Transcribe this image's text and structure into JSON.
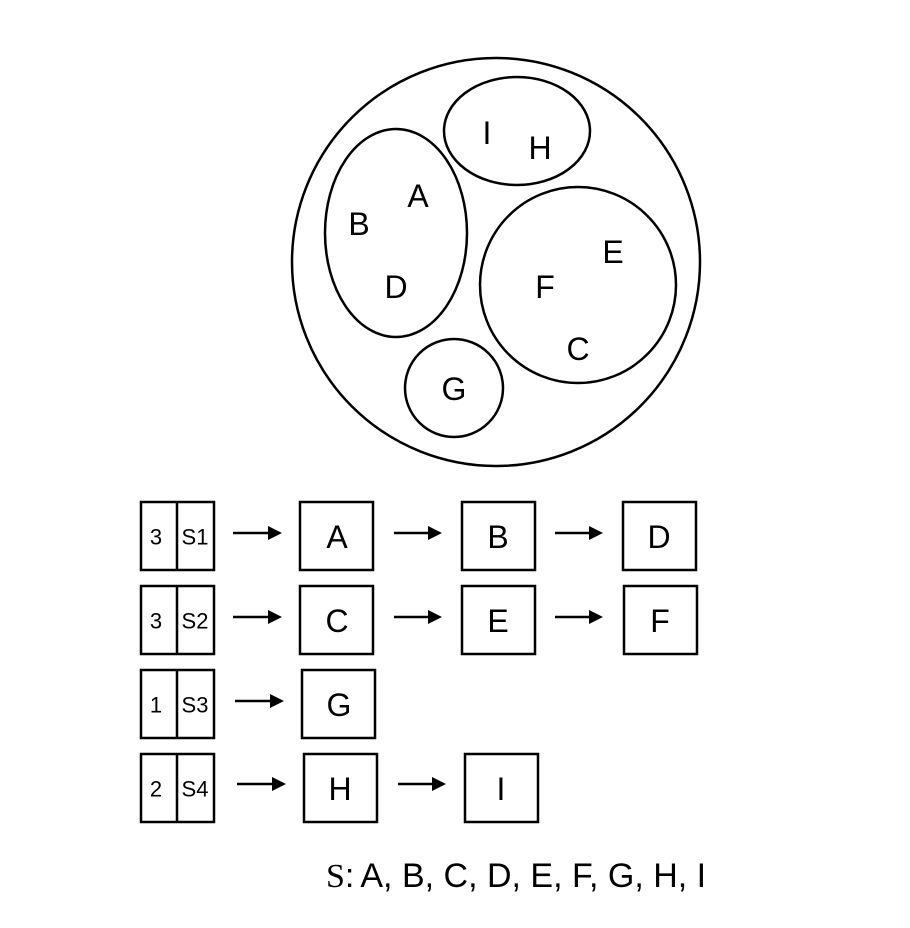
{
  "venn": {
    "groups": [
      {
        "id": "ABD",
        "letters": [
          "A",
          "B",
          "D"
        ]
      },
      {
        "id": "HI",
        "letters": [
          "I",
          "H"
        ]
      },
      {
        "id": "CEF",
        "letters": [
          "E",
          "F",
          "C"
        ]
      },
      {
        "id": "G",
        "letters": [
          "G"
        ]
      }
    ]
  },
  "lists": [
    {
      "count": "3",
      "name": "S1",
      "nodes": [
        "A",
        "B",
        "D"
      ]
    },
    {
      "count": "3",
      "name": "S2",
      "nodes": [
        "C",
        "E",
        "F"
      ]
    },
    {
      "count": "1",
      "name": "S3",
      "nodes": [
        "G"
      ]
    },
    {
      "count": "2",
      "name": "S4",
      "nodes": [
        "H",
        "I"
      ]
    }
  ],
  "caption": {
    "symbol": "S",
    "separator": ":",
    "items": "A, B, C, D, E, F, G, H, I"
  }
}
